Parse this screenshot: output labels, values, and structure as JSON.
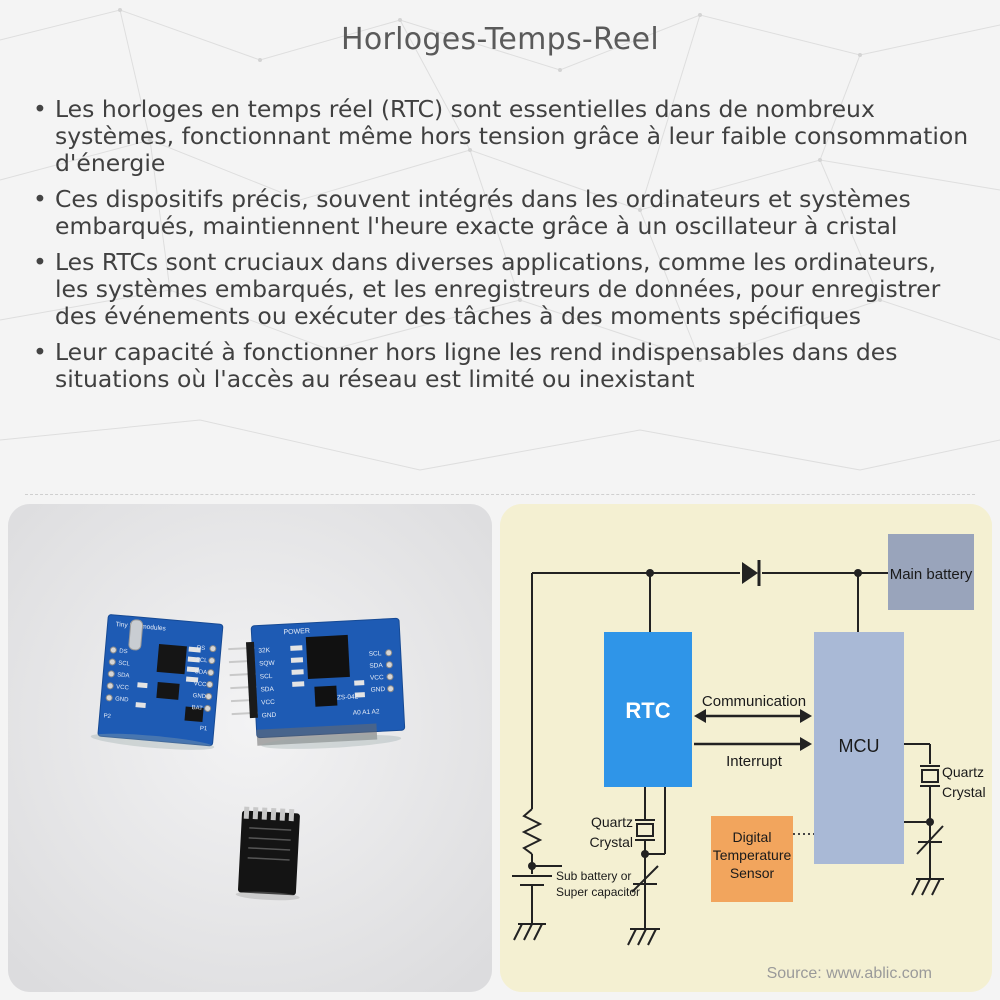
{
  "title": "Horloges-Temps-Reel",
  "bullets": [
    "Les horloges en temps réel (RTC) sont essentielles dans de nombreux systèmes, fonctionnant même hors tension grâce à leur faible consommation d'énergie",
    "Ces dispositifs précis, souvent intégrés dans les ordinateurs et systèmes embarqués, maintiennent l'heure exacte grâce à un oscillateur à cristal",
    "Les RTCs sont cruciaux dans diverses applications, comme les ordinateurs, les systèmes embarqués, et les enregistreurs de données, pour enregistrer des événements ou exécuter des tâches à des moments spécifiques",
    "Leur capacité à fonctionner hors ligne les rend indispensables dans des situations où l'accès au réseau est limité ou inexistant"
  ],
  "photo": {
    "module1": {
      "header": "Tiny   I2C modules",
      "pins_left": [
        "DS",
        "SCL",
        "SDA",
        "VCC",
        "GND"
      ],
      "pins_right": [
        "DS",
        "SCL",
        "SDA",
        "VCC",
        "GND",
        "BAT"
      ],
      "side_left": "P2",
      "side_right": "P1"
    },
    "module2": {
      "header": "POWER",
      "pins_left": [
        "32K",
        "SQW",
        "SCL",
        "SDA",
        "VCC",
        "GND"
      ],
      "pins_right": [
        "SCL",
        "SDA",
        "VCC",
        "GND"
      ],
      "part": "ZS-042",
      "address": "A0 A1 A2"
    }
  },
  "diagram": {
    "main_battery": "Main battery",
    "rtc": "RTC",
    "mcu": "MCU",
    "communication": "Communication",
    "interrupt": "Interrupt",
    "quartz_left": [
      "Quartz",
      "Crystal"
    ],
    "quartz_right": [
      "Quartz",
      "Crystal"
    ],
    "sensor": [
      "Digital",
      "Temperature",
      "Sensor"
    ],
    "sub_battery": [
      "Sub battery or",
      "Super capacitor"
    ],
    "source": "Source: www.ablic.com"
  },
  "colors": {
    "rtc_block": "#2f95e8",
    "mcu_block": "#a9b9d6",
    "battery_block": "#99a4bb",
    "sensor_block": "#f2a55d",
    "diagram_bg": "#f4f0d2",
    "pcb_blue": "#1e5bb4"
  }
}
